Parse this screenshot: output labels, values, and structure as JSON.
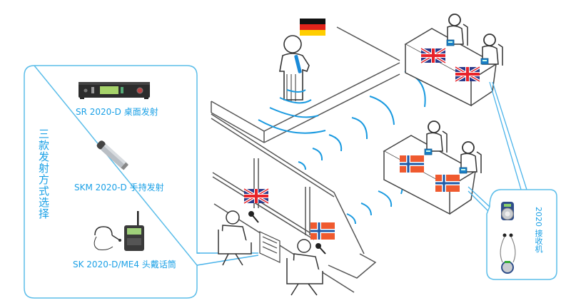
{
  "left_panel": {
    "title": "三款发射方式选择",
    "items": [
      {
        "label": "SR 2020-D 桌面发射",
        "icon": "desktop-transmitter-icon"
      },
      {
        "label": "SKM 2020-D 手持发射",
        "icon": "handheld-mic-icon"
      },
      {
        "label": "SK 2020-D/ME4 头戴话筒",
        "icon": "headset-bodypack-icon"
      }
    ]
  },
  "right_panel": {
    "title": "2020 接收机",
    "items": [
      {
        "icon": "pocket-receiver-icon"
      },
      {
        "icon": "stethoscope-earphone-icon"
      }
    ]
  },
  "scene": {
    "speaker_flag": "germany-flag-icon",
    "table_top_flag": "uk-flag-icon",
    "table_mid_flag": "norway-flag-icon",
    "booth_flags": [
      "uk-flag-icon",
      "norway-flag-icon"
    ]
  },
  "colors": {
    "accent": "#1aa0e6",
    "line": "#555555",
    "receiver_blue": "#1a7fc7"
  }
}
